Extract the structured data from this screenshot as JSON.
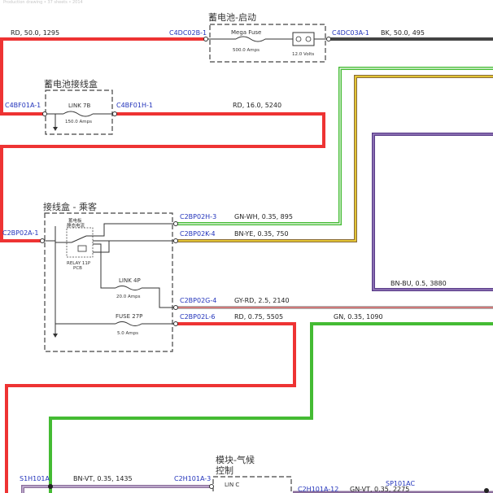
{
  "header": {
    "text": "Production drawing • 37 sheets • 2014"
  },
  "boxes": {
    "battery_start": {
      "title": "蓄电池-启动",
      "fuse_label": "Mega Fuse",
      "fuse_rating": "500.0 Amps",
      "battery_voltage": "12.0 Volts"
    },
    "battery_junction": {
      "title": "蓄电池接线盒",
      "link_label": "LINK 7B",
      "link_rating": "150.0 Amps"
    },
    "junction_passenger": {
      "title": "接线盒 - 乘客",
      "relay_label_1": "蓄电板",
      "relay_label_2": "静态电流",
      "relay_name": "RELAY 11P",
      "relay_sub": "PCB",
      "link_label": "LINK 4P",
      "link_rating": "20.0 Amps",
      "fuse_label": "FUSE 27P",
      "fuse_rating": "5.0 Amps"
    },
    "climate_module": {
      "title_line1": "模块-气候",
      "title_line2": "控制",
      "inner_label": "LIN C"
    }
  },
  "connectors": {
    "c4dc02b": "C4DC02B-1",
    "c4dc03a": "C4DC03A-1",
    "c4bf01a": "C4BF01A-1",
    "c4bf01h": "C4BF01H-1",
    "c2bp02a": "C2BP02A-1",
    "c2bp02h": "C2BP02H-3",
    "c2bp02k": "C2BP02K-4",
    "c2bp02g": "C2BP02G-4",
    "c2bp02l": "C2BP02L-6",
    "s1h101a": "S1H101A",
    "c2h101a3": "C2H101A-3",
    "c2h101a12": "C2H101A-12",
    "sp101ac": "SP101AC"
  },
  "wires": {
    "rd_50_1295": "RD, 50.0, 1295",
    "bk_50_495": "BK, 50.0, 495",
    "rd_16_5240": "RD, 16.0, 5240",
    "gn_wh": "GN-WH, 0.35, 895",
    "bn_ye": "BN-YE, 0.35, 750",
    "bn_bu": "BN-BU, 0.5, 3880",
    "gy_rd": "GY-RD, 2.5, 2140",
    "rd_075": "RD, 0.75, 5505",
    "gn_035": "GN, 0.35, 1090",
    "bn_vt": "BN-VT, 0.35, 1435",
    "gn_vt": "GN-VT, 0.35, 2275"
  },
  "colors": {
    "red": "#ee3333",
    "black": "#333333",
    "green": "#44bb33",
    "purple": "#5a3d8a",
    "box_border": "#444444"
  }
}
